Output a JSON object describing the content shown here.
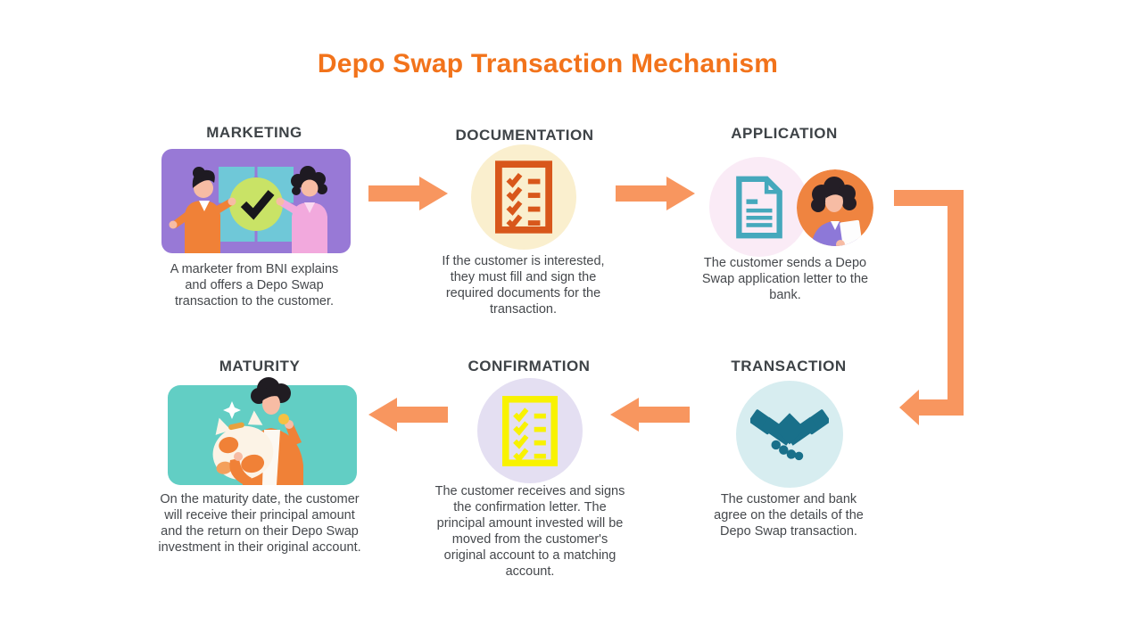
{
  "title": "Depo Swap Transaction Mechanism",
  "colors": {
    "title_orange": "#F2731B",
    "arrow_salmon": "#F8965F",
    "heading_gray": "#3E4347",
    "body_gray": "#45484C",
    "marketing_bg_purple": "#9879D6",
    "documentation_circle_cream": "#FAEFCE",
    "documentation_icon_orange": "#D8571B",
    "application_circle_pink": "#FAEBF6",
    "application_doc_icon_teal": "#45A8BC",
    "application_avatar_orange": "#EF8440",
    "transaction_circle_blue": "#D7EDF0",
    "transaction_icon_teal": "#19708A",
    "confirmation_circle_lavender": "#E4DFF2",
    "confirmation_icon_yellow": "#F8F200",
    "maturity_bg_teal": "#62CEC4"
  },
  "steps": [
    {
      "label": "MARKETING",
      "caption": "A marketer from BNI explains and offers a Depo Swap transaction to the customer.",
      "icon": "marketing-people-puzzle-illustration"
    },
    {
      "label": "DOCUMENTATION",
      "caption": "If the customer is interested, they must fill and sign the required documents for the transaction.",
      "icon": "checklist-icon"
    },
    {
      "label": "APPLICATION",
      "caption": "The customer sends a Depo Swap application letter to the bank.",
      "icon": "document-icon, customer-avatar"
    },
    {
      "label": "TRANSACTION",
      "caption": "The customer and bank agree on the details of the Depo Swap transaction.",
      "icon": "handshake-icon"
    },
    {
      "label": "CONFIRMATION",
      "caption": "The customer receives and signs the confirmation letter. The principal amount invested will be moved from the customer's original account to a matching account.",
      "icon": "checklist-icon"
    },
    {
      "label": "MATURITY",
      "caption": "On the maturity date, the customer will receive their principal amount and the return on their Depo Swap investment in their original account.",
      "icon": "piggy-bank-illustration"
    }
  ]
}
